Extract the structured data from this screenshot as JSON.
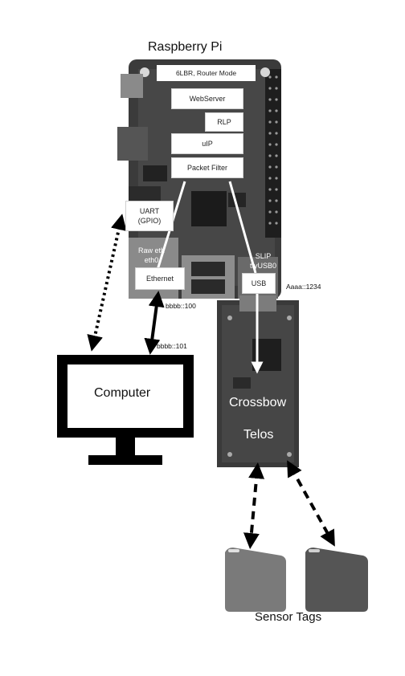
{
  "title": "Raspberry Pi",
  "pi_stack": {
    "mode": "6LBR, Router Mode",
    "webserver": "WebServer",
    "rlp": "RLP",
    "uip": "uIP",
    "packet_filter": "Packet Filter"
  },
  "interfaces": {
    "uart": "UART\n(GPIO)",
    "raw_eth": "Raw eth\neth0",
    "ethernet": "Ethernet",
    "slip": "SLIP\nttyUSB0",
    "usb": "USB"
  },
  "addresses": {
    "aaaa": "Aaaa::1234",
    "bbbb100": "bbbb::100",
    "bbbb101": "bbbb::101"
  },
  "computer_label": "Computer",
  "telos_label_1": "Crossbow",
  "telos_label_2": "Telos",
  "sensor_tags_label": "Sensor Tags",
  "colors": {
    "board": "#3a3a3a",
    "accent": "#000000",
    "box": "#ffffff",
    "tag": "#6e6e6e"
  }
}
